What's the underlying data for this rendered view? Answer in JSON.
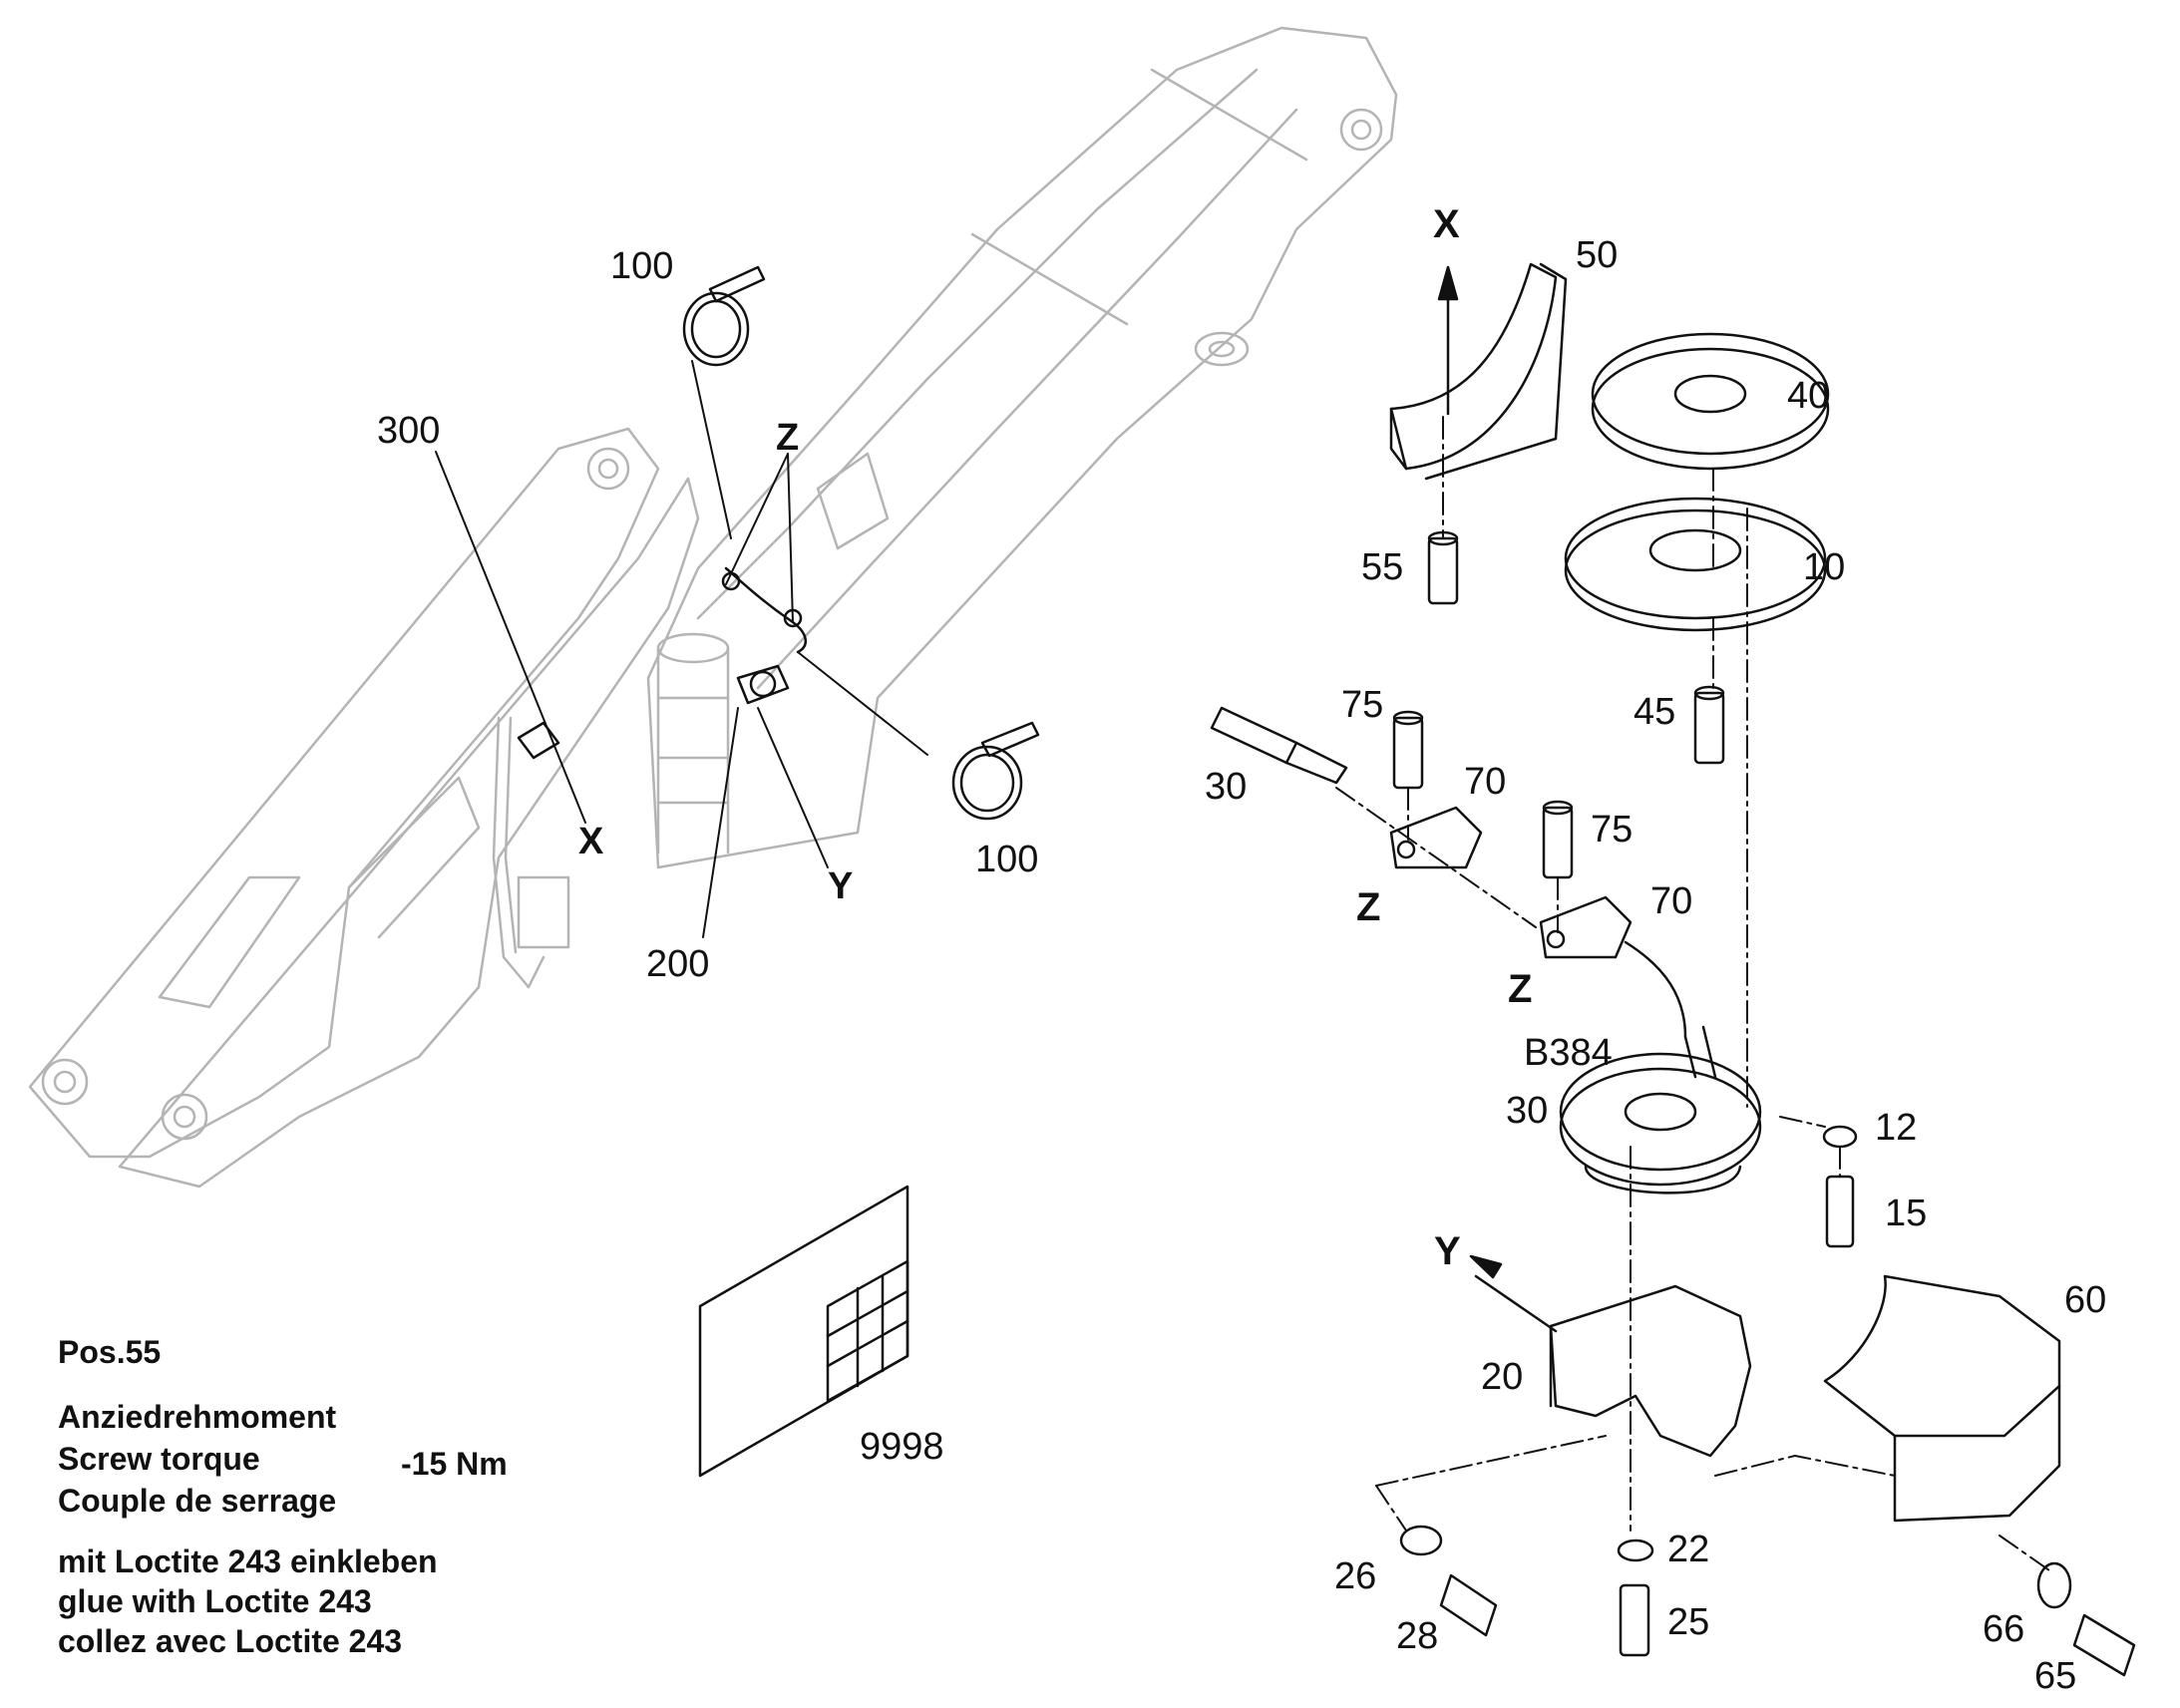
{
  "callouts": {
    "c100_top": "100",
    "c300": "300",
    "cZ_small": "Z",
    "cX_small": "X",
    "cY_small": "Y",
    "c200": "200",
    "c100_bottom": "100",
    "c50": "50",
    "c40": "40",
    "c10": "10",
    "c55": "55",
    "c45": "45",
    "c75_a": "75",
    "c70_a": "70",
    "c30_a": "30",
    "c75_b": "75",
    "c70_b": "70",
    "cB384": "B384",
    "c30_b": "30",
    "c12": "12",
    "c15": "15",
    "c60": "60",
    "c20": "20",
    "c22": "22",
    "c25": "25",
    "c26": "26",
    "c28": "28",
    "c66": "66",
    "c65": "65",
    "c9998": "9998"
  },
  "detail_letters": {
    "X": "X",
    "Z_a": "Z",
    "Z_b": "Z",
    "Y": "Y"
  },
  "notes": {
    "pos": "Pos.55",
    "torque_de": "Anziedrehmoment",
    "torque_en": "Screw torque",
    "torque_value": "-15 Nm",
    "torque_fr": "Couple de serrage",
    "loctite_de": "mit Loctite 243 einkleben",
    "loctite_en": "glue with Loctite 243",
    "loctite_fr": "collez avec Loctite 243"
  }
}
